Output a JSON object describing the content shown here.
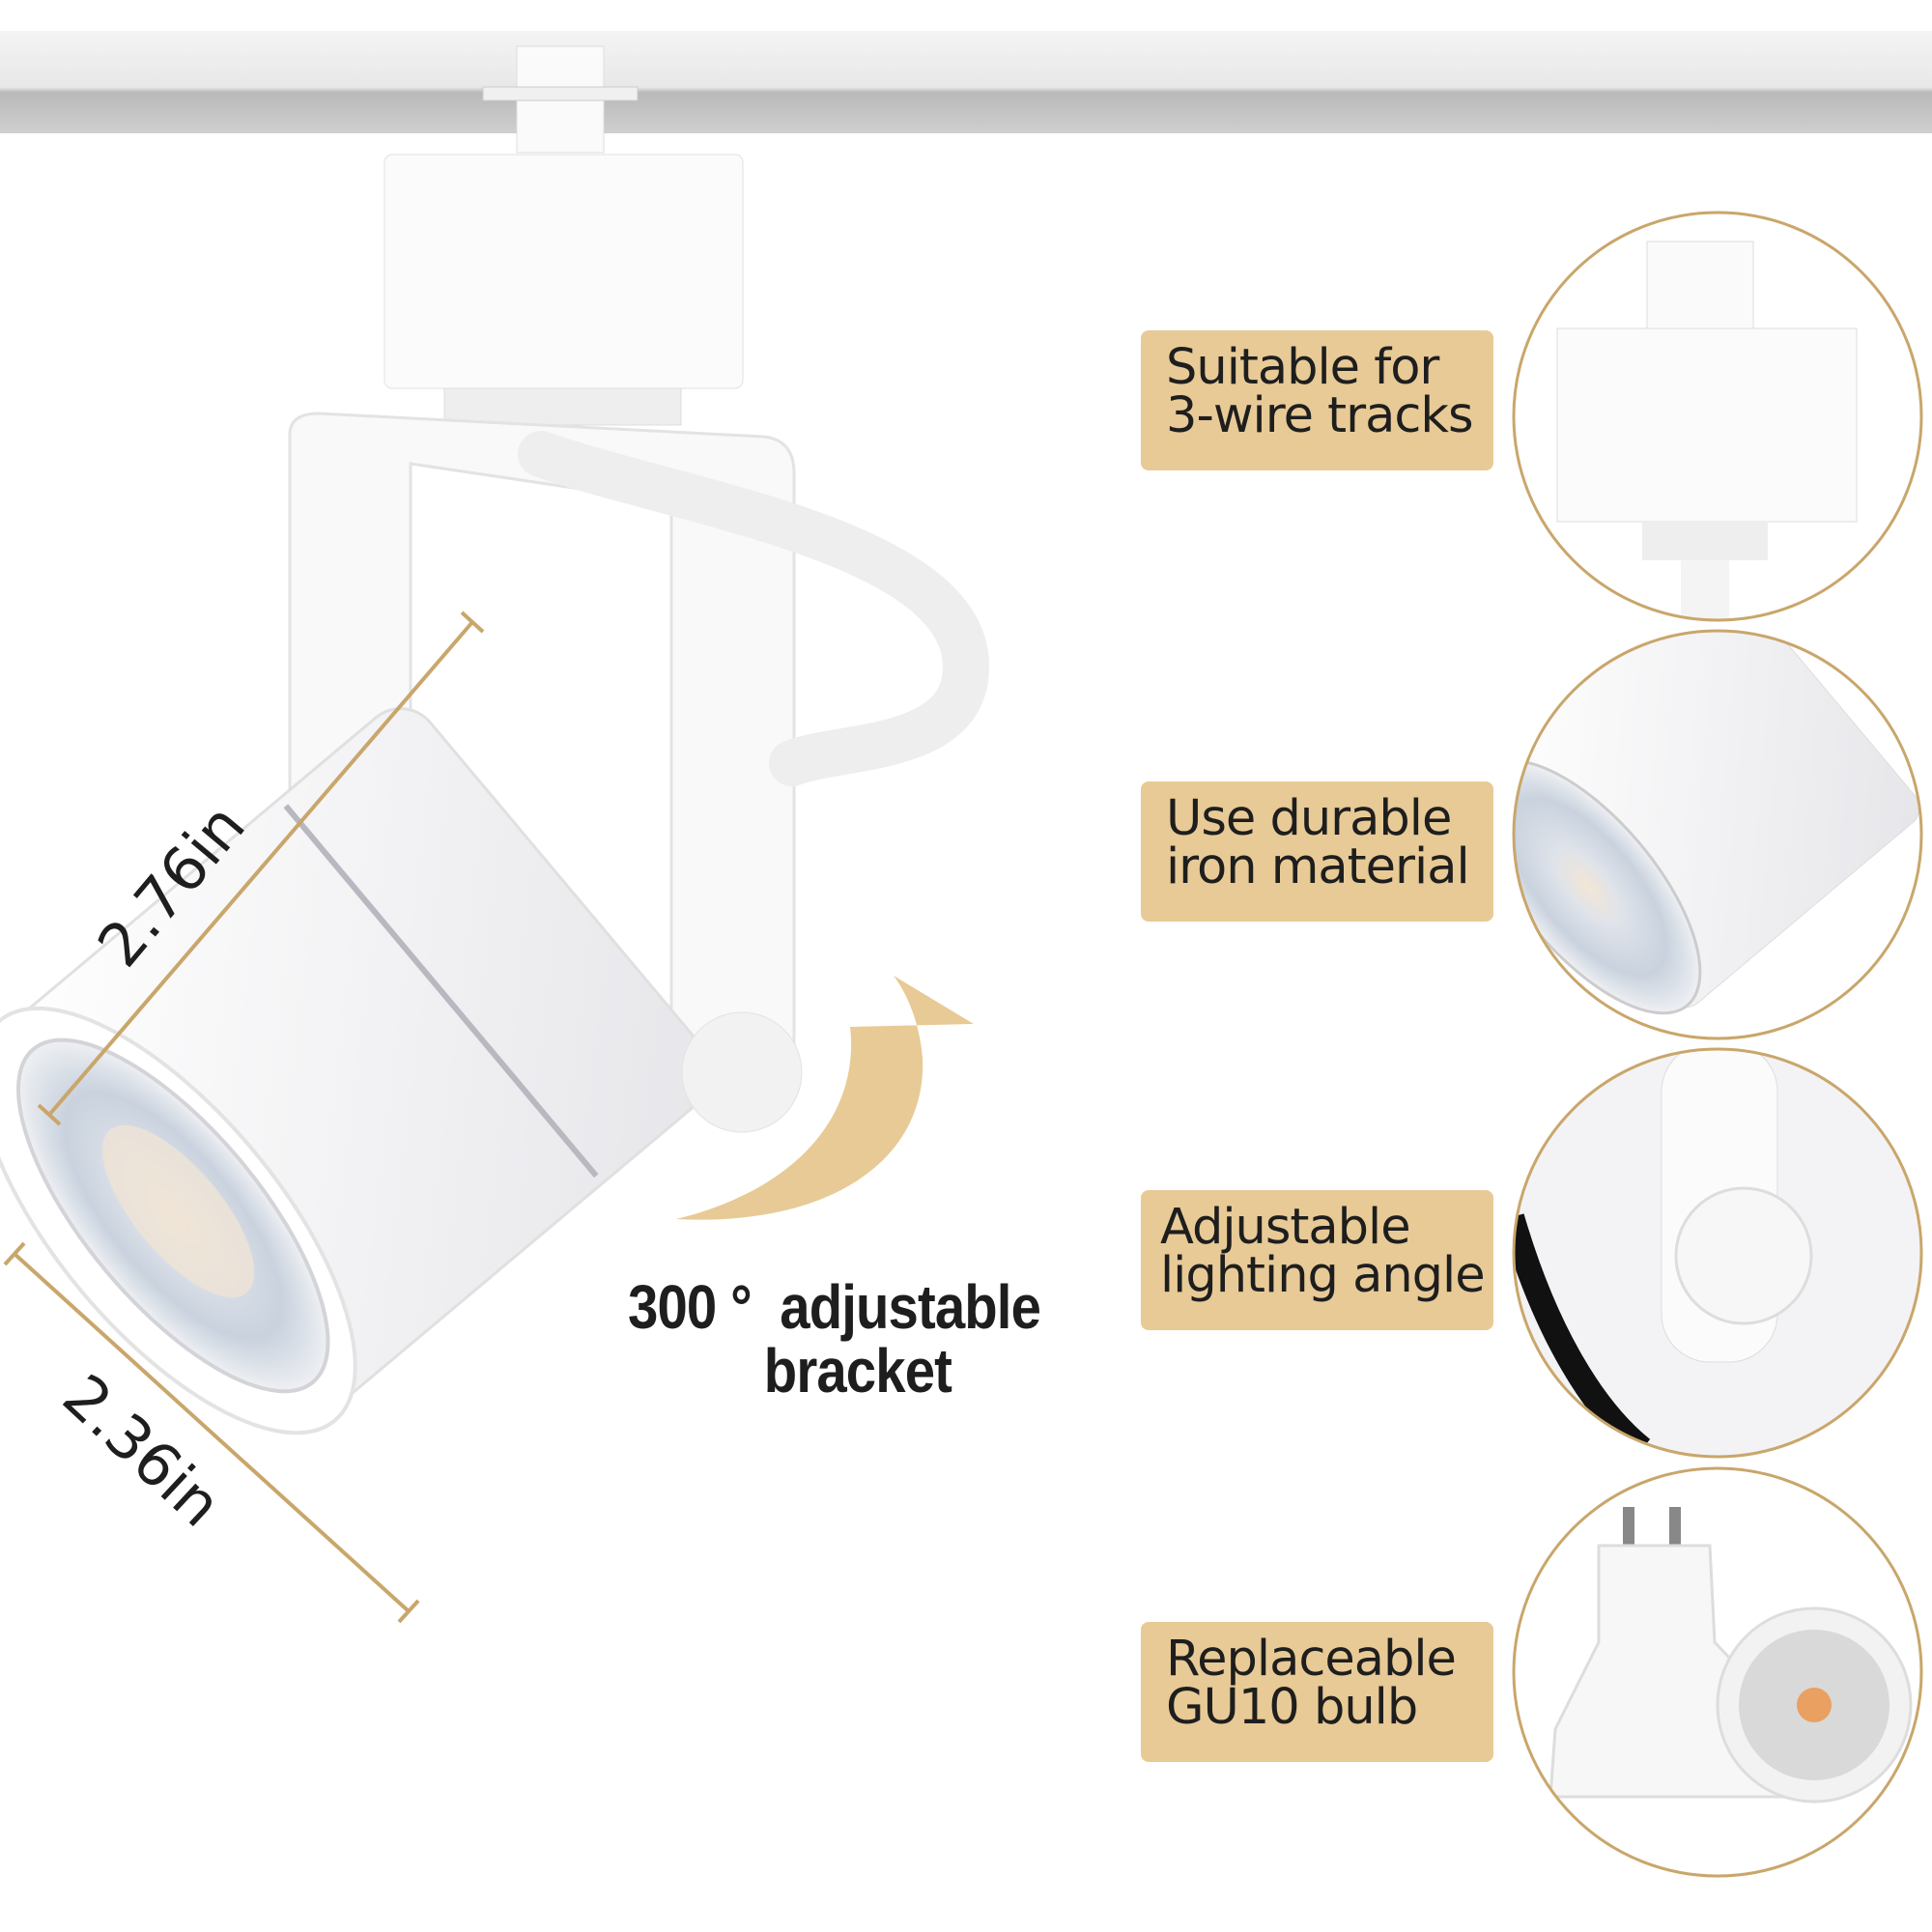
{
  "dimensions": {
    "length": "2.76in",
    "diameter": "2.36in"
  },
  "rotation_caption": {
    "line1": "300 °  adjustable",
    "line2": "bracket"
  },
  "features": [
    {
      "line1": "Suitable for",
      "line2": "3-wire tracks"
    },
    {
      "line1": "Use durable",
      "line2": "iron material"
    },
    {
      "line1": "Adjustable",
      "line2": "lighting angle"
    },
    {
      "line1": "Replaceable",
      "line2": "GU10 bulb"
    }
  ],
  "colors": {
    "accent": "#e8ca96",
    "ring": "#c9a66b",
    "text": "#1e1e1e"
  }
}
